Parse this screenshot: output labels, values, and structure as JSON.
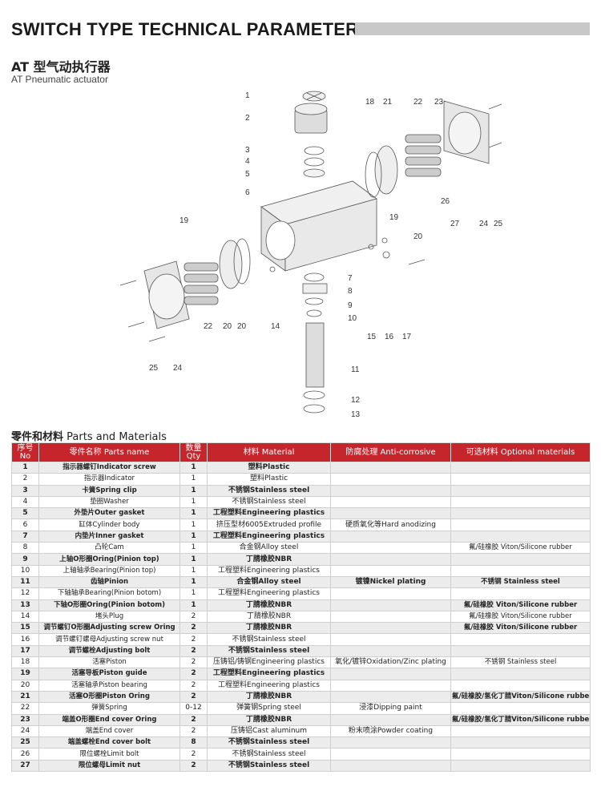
{
  "header": {
    "title": "SWITCH TYPE TECHNICAL PARAMETER",
    "product_title": "AT 型气动执行器",
    "product_subtitle": "AT Pneumatic actuator"
  },
  "diagram": {
    "callouts": [
      "1",
      "2",
      "3",
      "4",
      "5",
      "6",
      "7",
      "8",
      "9",
      "10",
      "11",
      "12",
      "13",
      "14",
      "15",
      "16",
      "17",
      "18",
      "19",
      "19",
      "20",
      "20",
      "20",
      "21",
      "22",
      "22",
      "23",
      "24",
      "24",
      "25",
      "25",
      "26",
      "27"
    ]
  },
  "section": {
    "title_cn": "零件和材料",
    "title_en": "Parts and Materials"
  },
  "table": {
    "headers": {
      "no_cn": "序号",
      "no_en": "No",
      "name": "零件名称 Parts name",
      "qty_cn": "数量",
      "qty_en": "Qty",
      "material": "材料 Material",
      "anti": "防腐处理 Anti-corrosive",
      "optional": "可选材料 Optional materials"
    },
    "rows": [
      {
        "no": "1",
        "name": "指示器螺钉Indicator screw",
        "qty": "1",
        "material": "塑料Plastic",
        "anti": "",
        "optional": ""
      },
      {
        "no": "2",
        "name": "指示器Indicator",
        "qty": "1",
        "material": "塑料Plastic",
        "anti": "",
        "optional": ""
      },
      {
        "no": "3",
        "name": "卡簧Spring clip",
        "qty": "1",
        "material": "不锈钢Stainless steel",
        "anti": "",
        "optional": ""
      },
      {
        "no": "4",
        "name": "垫圈Washer",
        "qty": "1",
        "material": "不锈钢Stainless steel",
        "anti": "",
        "optional": ""
      },
      {
        "no": "5",
        "name": "外垫片Outer gasket",
        "qty": "1",
        "material": "工程塑料Engineering plastics",
        "anti": "",
        "optional": ""
      },
      {
        "no": "6",
        "name": "缸体Cylinder body",
        "qty": "1",
        "material": "挤压型材6005Extruded profile",
        "anti": "硬质氧化等Hard anodizing",
        "optional": ""
      },
      {
        "no": "7",
        "name": "内垫片Inner gasket",
        "qty": "1",
        "material": "工程塑料Engineering plastics",
        "anti": "",
        "optional": ""
      },
      {
        "no": "8",
        "name": "凸轮Cam",
        "qty": "1",
        "material": "合金钢Alloy steel",
        "anti": "",
        "optional": "氟/硅橡胶 Viton/Silicone rubber"
      },
      {
        "no": "9",
        "name": "上轴O形圈Oring(Pinion top)",
        "qty": "1",
        "material": "丁腈橡胶NBR",
        "anti": "",
        "optional": ""
      },
      {
        "no": "10",
        "name": "上轴轴承Bearing(Pinion top)",
        "qty": "1",
        "material": "工程塑料Engineering plastics",
        "anti": "",
        "optional": ""
      },
      {
        "no": "11",
        "name": "齿轴Pinion",
        "qty": "1",
        "material": "合金钢Alloy steel",
        "anti": "镀镍Nickel plating",
        "optional": "不锈钢 Stainless steel"
      },
      {
        "no": "12",
        "name": "下轴轴承Bearing(Pinion botom)",
        "qty": "1",
        "material": "工程塑料Engineering plastics",
        "anti": "",
        "optional": ""
      },
      {
        "no": "13",
        "name": "下轴O形圈Oring(Pinion botom)",
        "qty": "1",
        "material": "丁腈橡胶NBR",
        "anti": "",
        "optional": "氟/硅橡胶 Viton/Silicone rubber"
      },
      {
        "no": "14",
        "name": "堵头Plug",
        "qty": "2",
        "material": "丁腈橡胶NBR",
        "anti": "",
        "optional": "氟/硅橡胶 Viton/Silicone rubber"
      },
      {
        "no": "15",
        "name": "调节螺钉O形圈Adjusting screw Oring",
        "qty": "2",
        "material": "丁腈橡胶NBR",
        "anti": "",
        "optional": "氟/硅橡胶 Viton/Silicone rubber"
      },
      {
        "no": "16",
        "name": "调节螺钉螺母Adjusting screw nut",
        "qty": "2",
        "material": "不锈钢Stainless steel",
        "anti": "",
        "optional": ""
      },
      {
        "no": "17",
        "name": "调节螺栓Adjusting bolt",
        "qty": "2",
        "material": "不锈钢Stainless steel",
        "anti": "",
        "optional": ""
      },
      {
        "no": "18",
        "name": "活塞Piston",
        "qty": "2",
        "material": "压铸铝/铸钢Engineering plastics",
        "anti": "氧化/镀锌Oxidation/Zinc plating",
        "optional": "不锈钢 Stainless steel"
      },
      {
        "no": "19",
        "name": "活塞导板Piston guide",
        "qty": "2",
        "material": "工程塑料Engineering plastics",
        "anti": "",
        "optional": ""
      },
      {
        "no": "20",
        "name": "活塞轴承Piston bearing",
        "qty": "2",
        "material": "工程塑料Engineering plastics",
        "anti": "",
        "optional": ""
      },
      {
        "no": "21",
        "name": "活塞O形圈Piston Oring",
        "qty": "2",
        "material": "丁腈橡胶NBR",
        "anti": "",
        "optional": "氟/硅橡胶/氢化丁腈Viton/Silicone rubber/HNBR"
      },
      {
        "no": "22",
        "name": "弹簧Spring",
        "qty": "0-12",
        "material": "弹簧钢Spring steel",
        "anti": "浸漆Dipping paint",
        "optional": ""
      },
      {
        "no": "23",
        "name": "端盖O形圈End cover Oring",
        "qty": "2",
        "material": "丁腈橡胶NBR",
        "anti": "",
        "optional": "氟/硅橡胶/氢化丁腈Viton/Silicone rubber/HNBR"
      },
      {
        "no": "24",
        "name": "端盖End cover",
        "qty": "2",
        "material": "压铸铝Cast aluminum",
        "anti": "粉末喷涂Powder coating",
        "optional": ""
      },
      {
        "no": "25",
        "name": "端盖螺栓End cover bolt",
        "qty": "8",
        "material": "不锈钢Stainless steel",
        "anti": "",
        "optional": ""
      },
      {
        "no": "26",
        "name": "限位螺栓Limit bolt",
        "qty": "2",
        "material": "不锈钢Stainless steel",
        "anti": "",
        "optional": ""
      },
      {
        "no": "27",
        "name": "限位螺母Limit nut",
        "qty": "2",
        "material": "不锈钢Stainless steel",
        "anti": "",
        "optional": ""
      }
    ]
  }
}
